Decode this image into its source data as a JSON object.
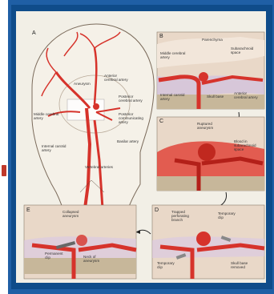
{
  "panels": {
    "A": {
      "letter": "A",
      "labels": {
        "aneurysm": "Aneurysm",
        "anterior_cerebral": "Anterior\ncerebral artery",
        "posterior_cerebral": "Posterior\ncerebral artery",
        "middle_cerebral": "Middle cerebral\nartery",
        "posterior_communicating": "Posterior\ncommunicating\nartery",
        "internal_carotid": "Internal carotid\nartery",
        "basilar": "Basilar artery",
        "vertebral": "Vertebral arteries"
      }
    },
    "B": {
      "letter": "B",
      "labels": {
        "parenchyma": "Parenchyma",
        "subarachnoid": "Subarachnoid\nspace",
        "middle_cerebral": "Middle cerebral\nartery",
        "internal_carotid": "Internal carotid\nartery",
        "skull_base": "Skull base",
        "anterior_cerebral": "Anterior\ncerebral artery"
      }
    },
    "C": {
      "letter": "C",
      "labels": {
        "ruptured": "Ruptured\naneurysm",
        "blood": "Blood in\nsubarachnoid\nspace"
      }
    },
    "D": {
      "letter": "D",
      "labels": {
        "trapped": "Trapped\nperforating\nbranch",
        "temp_clip_top": "Temporary\nclip",
        "temp_clip_bottom": "Temporary\nclip",
        "skull_removed": "Skull base\nremoved"
      }
    },
    "E": {
      "letter": "E",
      "labels": {
        "collapsed": "Collapsed\naneurysm",
        "permanent_clip": "Permanent\nclip",
        "neck": "Neck of\naneurysm"
      }
    }
  },
  "colors": {
    "artery": "#d6332b",
    "blood": "#e0473b",
    "brain": "#e9d8c8",
    "skull": "#c7b79a",
    "frame": "#0f4c8a"
  }
}
